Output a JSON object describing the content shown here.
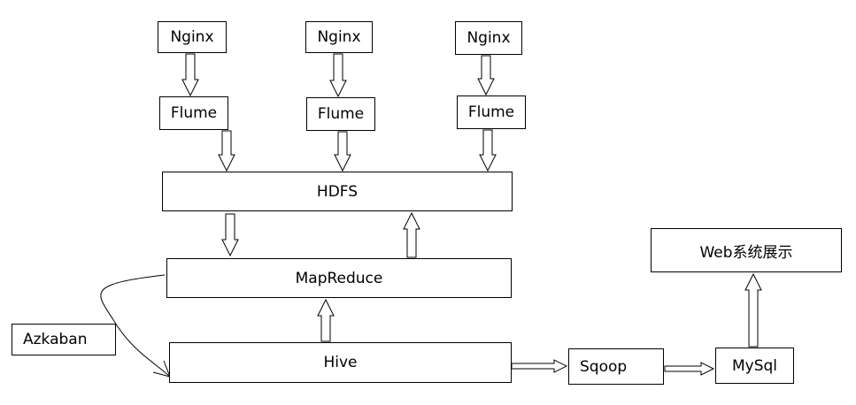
{
  "nodes": {
    "nginx_1": "Nginx",
    "nginx_2": "Nginx",
    "nginx_3": "Nginx",
    "flume_1": "Flume",
    "flume_2": "Flume",
    "flume_3": "Flume",
    "hdfs": "HDFS",
    "mapreduce": "MapReduce",
    "hive": "Hive",
    "azkaban": "Azkaban",
    "sqoop": "Sqoop",
    "mysql": "MySql",
    "web": "Web系统展示"
  },
  "colors": {
    "stroke": "#000000",
    "background": "#ffffff"
  }
}
